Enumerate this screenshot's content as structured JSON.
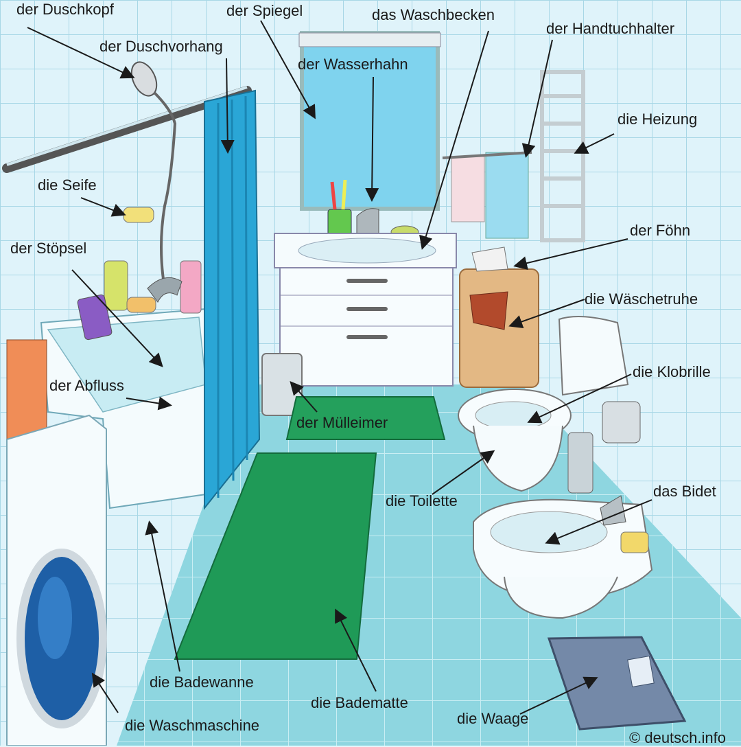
{
  "labels": {
    "duschkopf": "der Duschkopf",
    "spiegel": "der Spiegel",
    "waschbecken": "das Waschbecken",
    "handtuchhalter": "der Handtuchhalter",
    "duschvorhang": "der Duschvorhang",
    "wasserhahn": "der Wasserhahn",
    "heizung": "die Heizung",
    "seife": "die Seife",
    "foehn": "der Föhn",
    "stoepsel": "der Stöpsel",
    "waeschetruhe": "die Wäschetruhe",
    "klobrille": "die Klobrille",
    "abfluss": "der Abfluss",
    "muelleimer": "der Mülleimer",
    "toilette": "die Toilette",
    "bidet": "das Bidet",
    "badewanne": "die Badewanne",
    "bademattte": "die Badematte",
    "waage": "die Waage",
    "waschmaschine": "die Waschmaschine"
  },
  "credit": "© deutsch.info",
  "colors": {
    "wall": "#dff3fa",
    "tile_line": "#9fd2e2",
    "floor": "#7fd0dc",
    "curtain": "#2aa6d6",
    "mat": "#1f9a57",
    "arrow": "#1a1a1a"
  }
}
